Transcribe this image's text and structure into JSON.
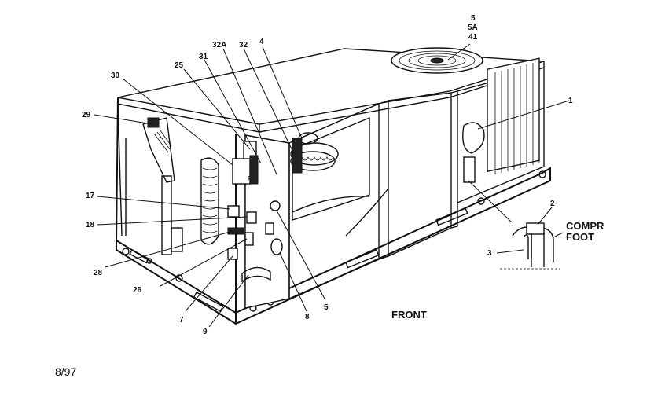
{
  "callouts": {
    "c5_top": "5",
    "c5a": "5A",
    "c41": "41",
    "c4": "4",
    "c32": "32",
    "c32a": "32A",
    "c31": "31",
    "c25": "25",
    "c30": "30",
    "c29": "29",
    "c1": "1",
    "c17": "17",
    "c18": "18",
    "c28": "28",
    "c26": "26",
    "c7": "7",
    "c9": "9",
    "c8": "8",
    "c5_bottom": "5",
    "c2": "2",
    "c3": "3"
  },
  "labels": {
    "compr_line1": "COMPR",
    "compr_line2": "FOOT",
    "front": "FRONT",
    "date": "8/97"
  }
}
